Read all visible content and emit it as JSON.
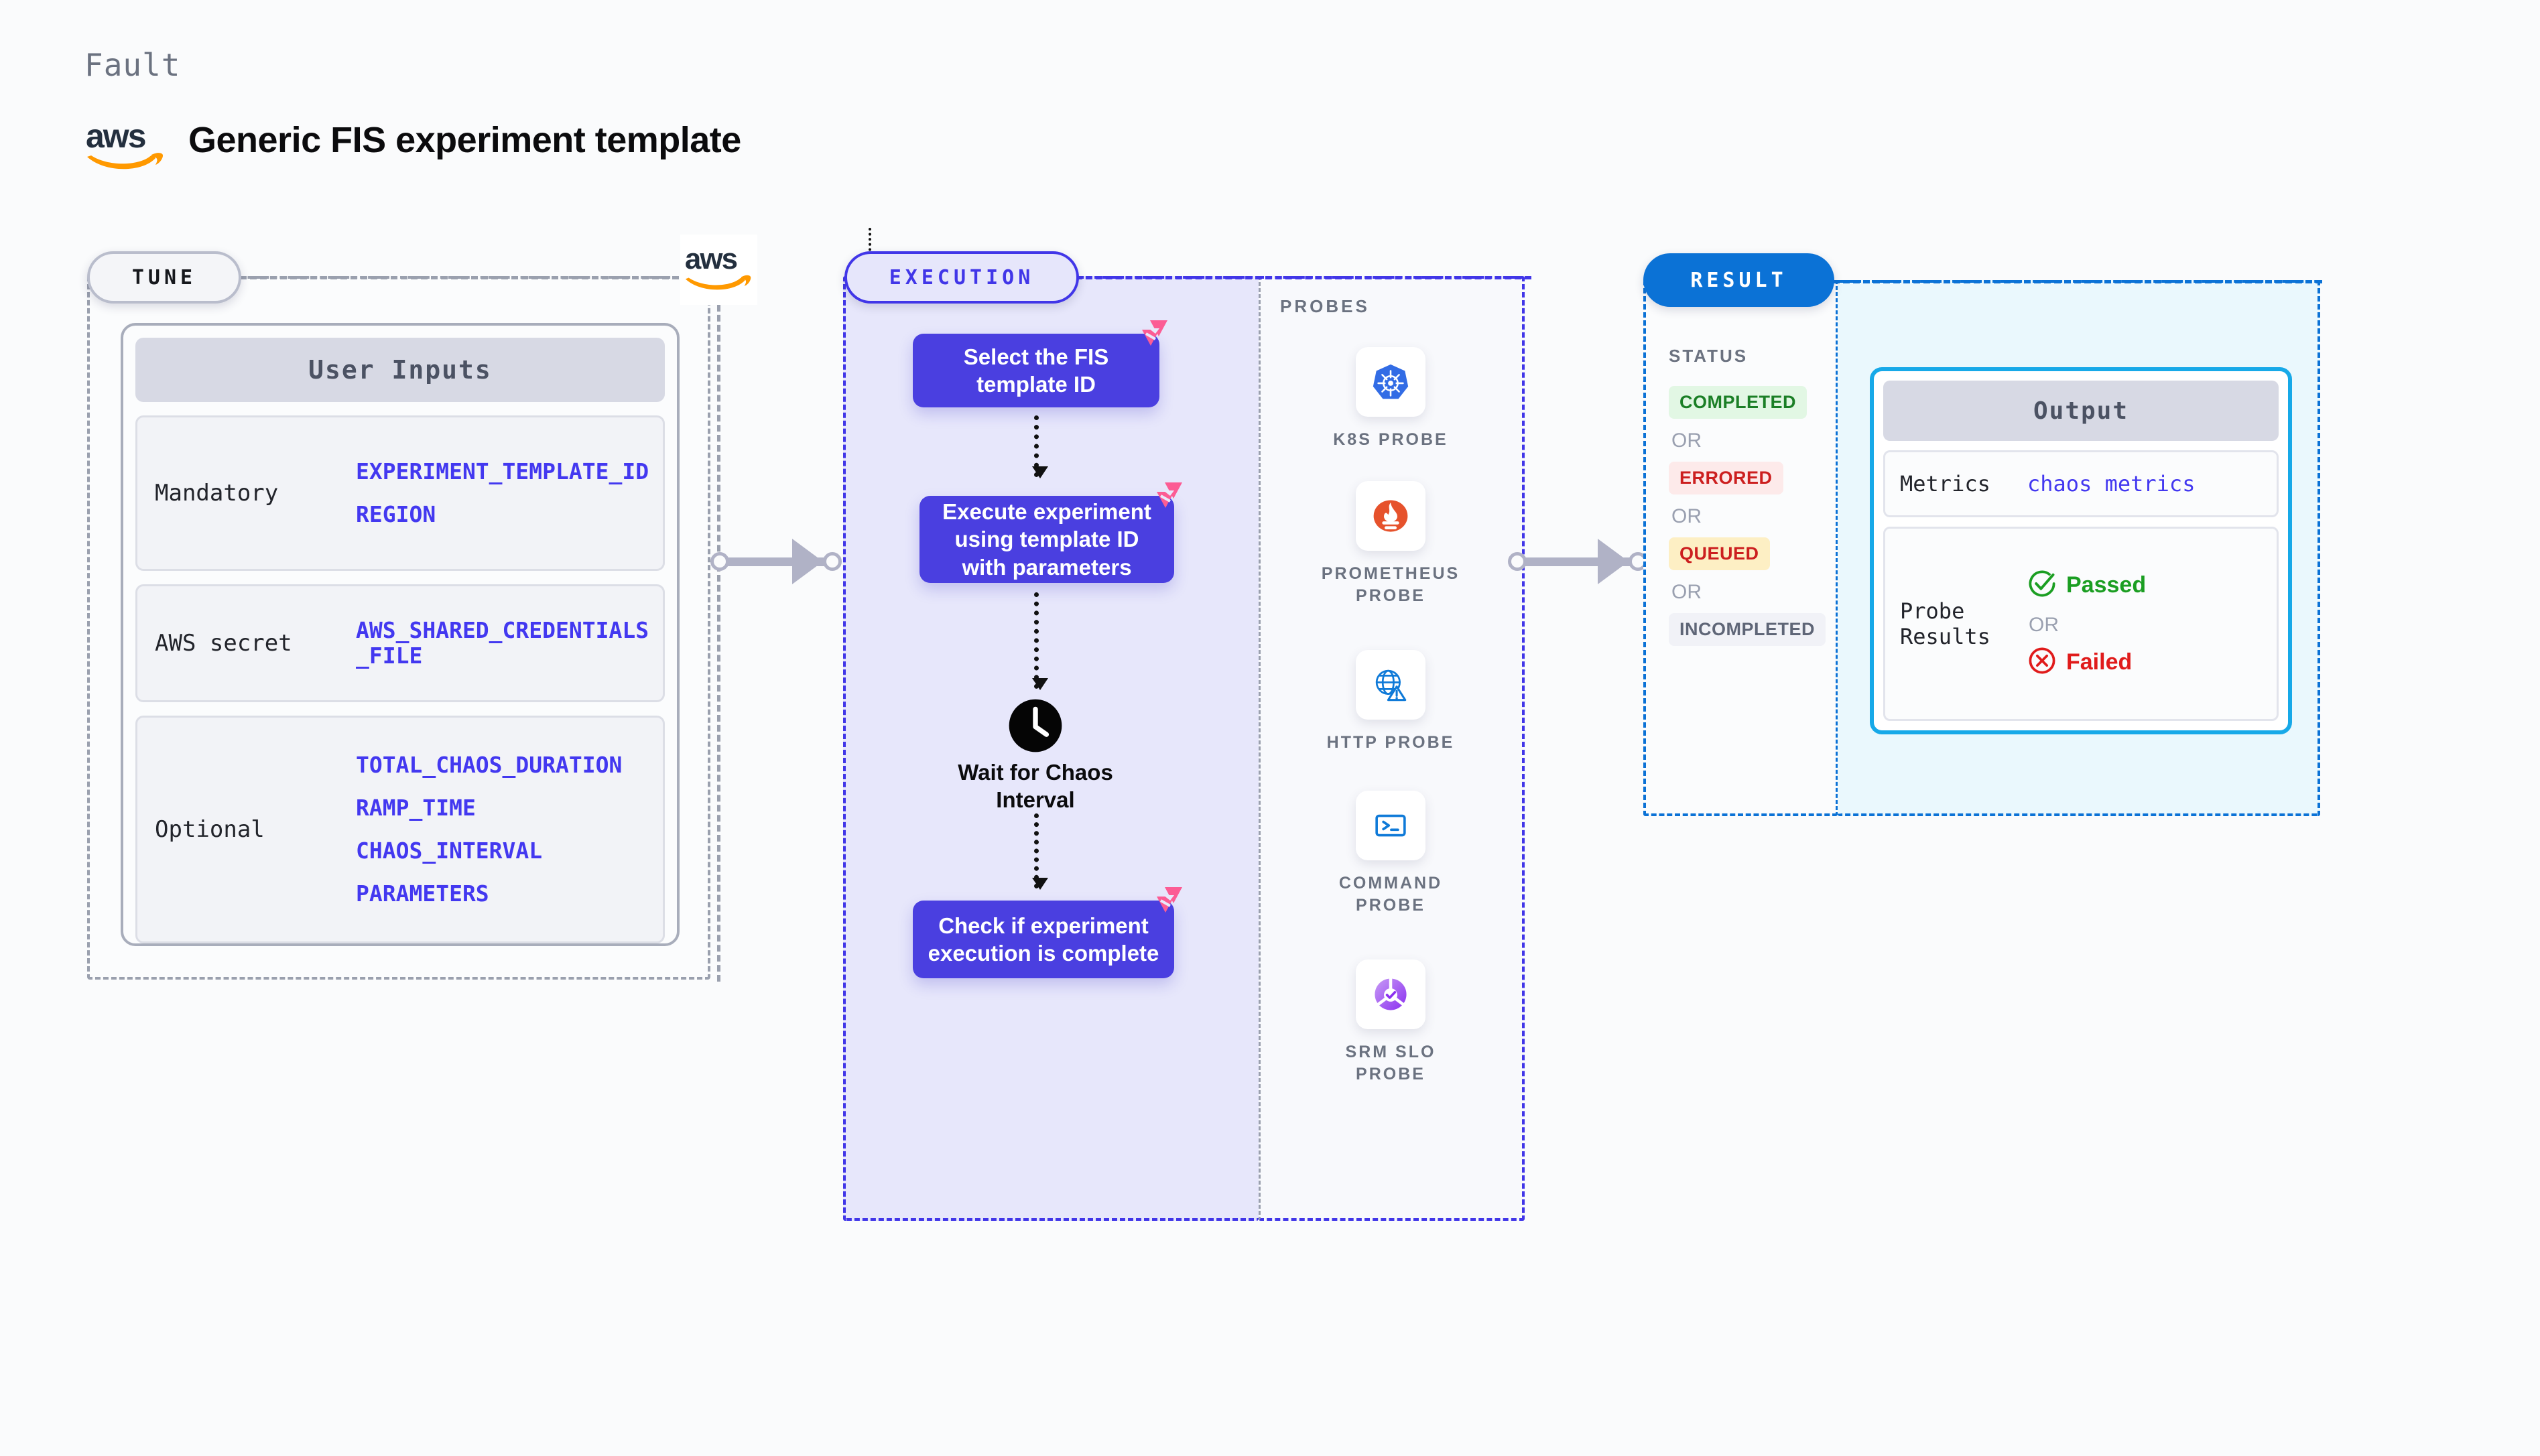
{
  "header": {
    "fault_label": "Fault",
    "title": "Generic FIS experiment template",
    "logo": "aws-logo"
  },
  "stages": {
    "tune": {
      "label": "TUNE"
    },
    "execution": {
      "label": "EXECUTION"
    },
    "result": {
      "label": "RESULT"
    }
  },
  "tune": {
    "card_title": "User Inputs",
    "rows": [
      {
        "label": "Mandatory",
        "values": [
          "EXPERIMENT_TEMPLATE_ID",
          "REGION"
        ]
      },
      {
        "label": "AWS secret",
        "values": [
          "AWS_SHARED_CREDENTIALS\n_FILE"
        ]
      },
      {
        "label": "Optional",
        "values": [
          "TOTAL_CHAOS_DURATION",
          "RAMP_TIME",
          "CHAOS_INTERVAL",
          "PARAMETERS"
        ]
      }
    ]
  },
  "execution": {
    "steps": [
      {
        "text": "Select the FIS template ID",
        "badge": "litmus-icon"
      },
      {
        "text": "Execute experiment using template ID with parameters",
        "badge": "litmus-icon"
      },
      {
        "text": "Check if experiment execution is complete",
        "badge": "litmus-icon"
      }
    ],
    "wait": {
      "icon": "clock-icon",
      "label": "Wait for Chaos Interval"
    }
  },
  "probes": {
    "section_label": "PROBES",
    "items": [
      {
        "name": "K8S PROBE",
        "icon": "kubernetes-icon"
      },
      {
        "name": "PROMETHEUS PROBE",
        "icon": "prometheus-icon"
      },
      {
        "name": "HTTP PROBE",
        "icon": "globe-warning-icon"
      },
      {
        "name": "COMMAND PROBE",
        "icon": "terminal-icon"
      },
      {
        "name": "SRM SLO PROBE",
        "icon": "srm-slo-icon"
      }
    ]
  },
  "result": {
    "status_label": "STATUS",
    "or_text": "OR",
    "statuses": [
      {
        "label": "COMPLETED",
        "bg": "#e2f7e4",
        "fg": "#1b7f26"
      },
      {
        "label": "ERRORED",
        "bg": "#fdeaea",
        "fg": "#cc1f1f"
      },
      {
        "label": "QUEUED",
        "bg": "#fdefc4",
        "fg": "#cc1f1f"
      },
      {
        "label": "INCOMPLETED",
        "bg": "#f1f2f7",
        "fg": "#5f6677"
      }
    ],
    "output": {
      "title": "Output",
      "metrics_label": "Metrics",
      "metrics_value": "chaos metrics",
      "probe_results_label": "Probe\nResults",
      "passed": {
        "text": "Passed",
        "icon": "check-circle-icon",
        "color": "#1b9e22"
      },
      "failed": {
        "text": "Failed",
        "icon": "x-circle-icon",
        "color": "#e01b1b"
      },
      "or_text": "OR"
    }
  },
  "colors": {
    "flow_purple": "#4a3fe0",
    "execution_accent": "#4136e8",
    "result_accent": "#0b72d6",
    "output_accent": "#17a9e8",
    "tune_accent": "#9aa0ae",
    "litmus_pink": "#fc5c94",
    "aws_orange": "#ff9900"
  }
}
